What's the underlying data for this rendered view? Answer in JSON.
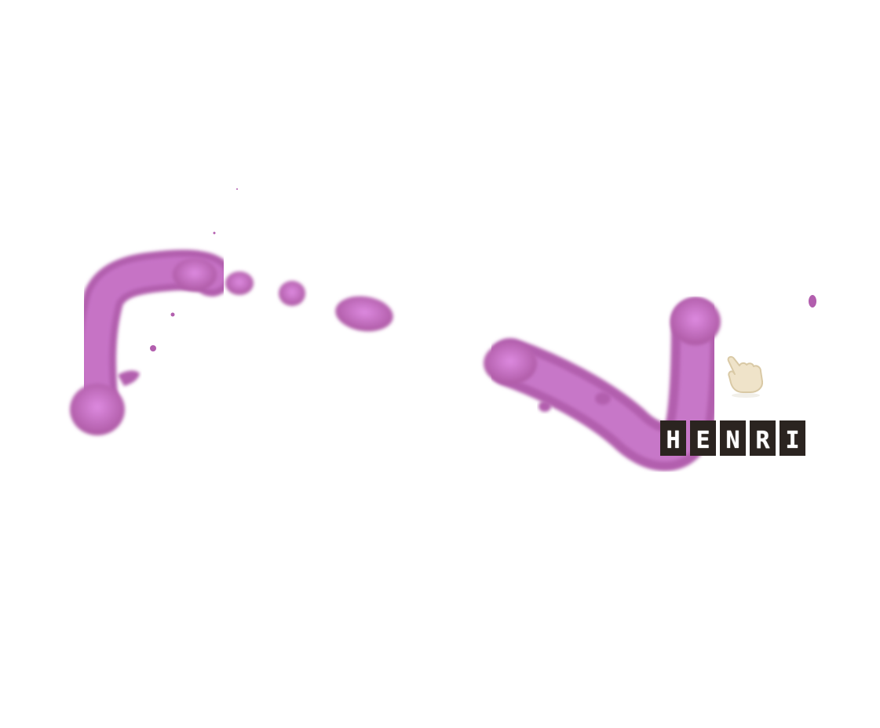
{
  "canvas": {
    "background_color": "#ffffff",
    "paint_color": "#c570c2",
    "paint_highlight_color": "#dd8ae0",
    "paint_shadow_color": "#a3509f"
  },
  "cursor": {
    "icon": "pointing-hand-icon",
    "color": "#efe3c9"
  },
  "player_tag": {
    "letters": [
      "H",
      "E",
      "N",
      "R",
      "I"
    ]
  }
}
